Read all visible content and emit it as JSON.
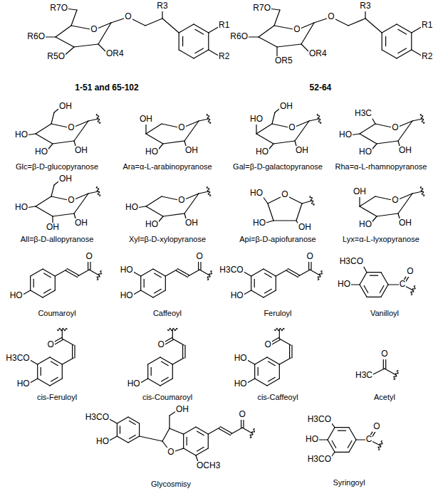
{
  "diagram": {
    "labels": [
      "R7O",
      "O",
      "O",
      "R3",
      "R1",
      "R2",
      "R6O",
      "R5O",
      "OR4",
      "1-51 and 65-102",
      "R7O",
      "O",
      "O",
      "R3",
      "R1",
      "R2",
      "R6O",
      "OR5",
      "OR4",
      "52-64",
      "OH",
      "O",
      "HO",
      "HO",
      "OH",
      "Glc=β-D-glucopyranose",
      "OH",
      "O",
      "HO",
      "OH",
      "Ara=α-L-arabinopyranose",
      "OH",
      "HO",
      "O",
      "HO",
      "OH",
      "Gal=β-D-galactopyranose",
      "H3C",
      "O",
      "HO",
      "HO",
      "OH",
      "Rha=α-L-rhamnopyranose",
      "OH",
      "O",
      "HO",
      "OH",
      "OH",
      "All=β-D-allopyranose",
      "O",
      "HO",
      "HO",
      "OH",
      "Xyl=β-D-xylopyranose",
      "HO",
      "O",
      "HO",
      "OH",
      "Api=β-D-apiofuranose",
      "OH",
      "O",
      "HO",
      "OH",
      "Lyx=α-L-lyxopyranose",
      "O",
      "HO",
      "Coumaroyl",
      "HO",
      "O",
      "HO",
      "Caffeoyl",
      "H3CO",
      "O",
      "HO",
      "Feruloyl",
      "H3CO",
      "O",
      "HO",
      "C",
      "Vanilloyl",
      "H3CO",
      "O",
      "HO",
      "cis-Feruloyl",
      "O",
      "HO",
      "cis-Coumaroyl",
      "HO",
      "O",
      "HO",
      "cis-Caffeoyl",
      "O",
      "H3C",
      "Acetyl",
      "H3CO",
      "OH",
      "O",
      "HO",
      "O",
      "OCH3",
      "Glycosmisy",
      "H3CO",
      "O",
      "HO",
      "C",
      "H3CO",
      "Syringoyl"
    ]
  }
}
